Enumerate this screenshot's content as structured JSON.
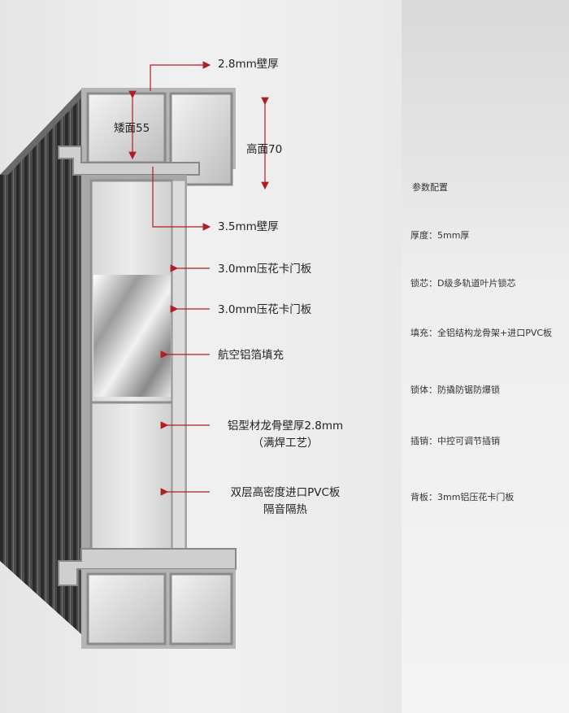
{
  "colors": {
    "arrow": "#b01e23",
    "profile": "#c9c9c9",
    "frame": "#9a9a9a",
    "dark_panel": "#4a4a4a"
  },
  "labels": {
    "wall_top": "2.8mm壁厚",
    "short_face": "矮面55",
    "high_face": "高面70",
    "wall_mid": "3.5mm壁厚",
    "panel1": "3.0mm压花卡门板",
    "panel2": "3.0mm压花卡门板",
    "filler": "航空铝箔填充",
    "keel_line1": "铝型材龙骨壁厚2.8mm",
    "keel_line2": "（满焊工艺）",
    "pvc_line1": "双层高密度进口PVC板",
    "pvc_line2": "隔音隔热"
  },
  "specs": {
    "title": "参数配置",
    "items": [
      {
        "label": "厚度：",
        "value": "5mm厚"
      },
      {
        "label": "锁芯：",
        "value": "D级多轨道叶片锁芯"
      },
      {
        "label": "填充：",
        "value": "全铝结构龙骨架+进口PVC板"
      },
      {
        "label": "锁体：",
        "value": "防撬防锯防爆锁"
      },
      {
        "label": "插销：",
        "value": "中控可调节插销"
      },
      {
        "label": "背板：",
        "value": "3mm铝压花卡门板"
      }
    ]
  }
}
